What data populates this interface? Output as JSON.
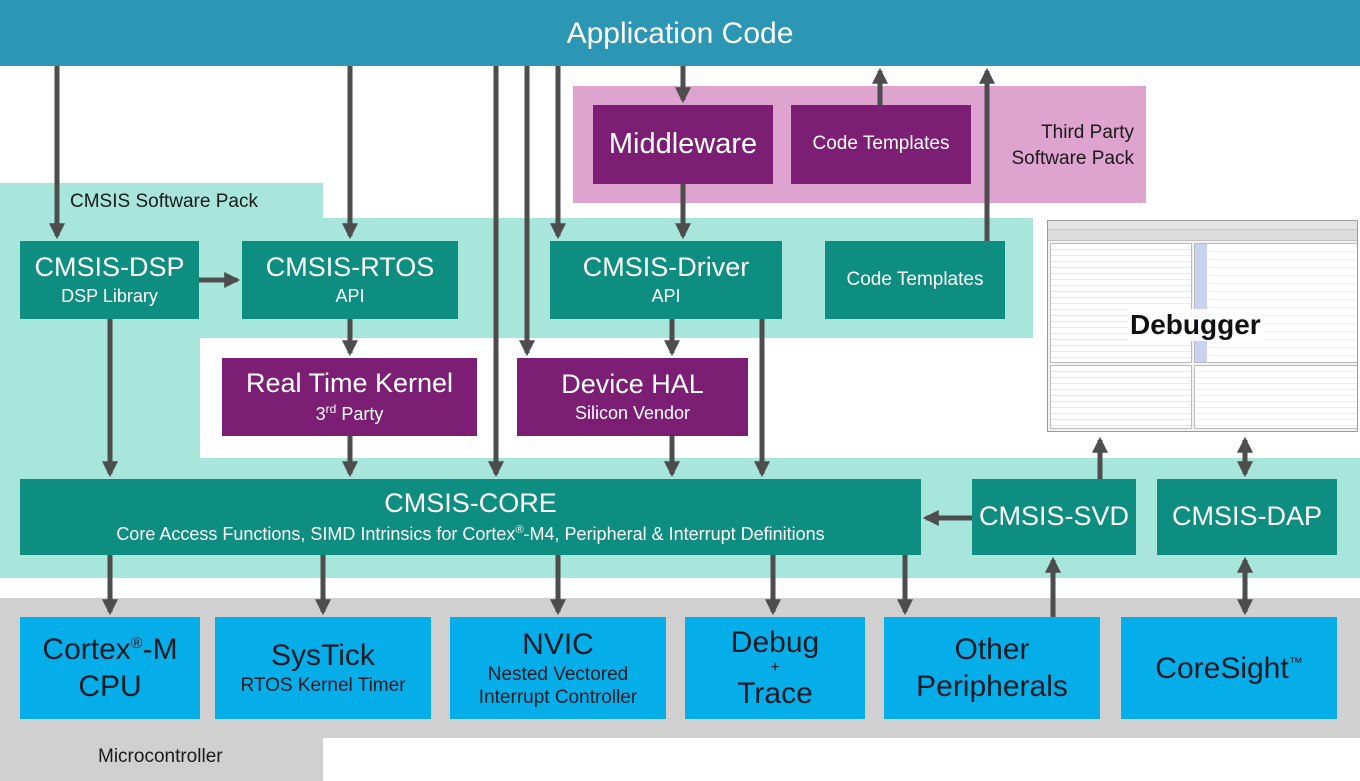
{
  "header": {
    "title": "Application Code"
  },
  "third_party": {
    "label_line1": "Third Party",
    "label_line2": "Software Pack",
    "middleware": "Middleware",
    "code_templates": "Code Templates"
  },
  "cmsis_pack": {
    "label": "CMSIS Software Pack",
    "dsp": {
      "title": "CMSIS-DSP",
      "sub": "DSP Library"
    },
    "rtos": {
      "title": "CMSIS-RTOS",
      "sub": "API"
    },
    "driver": {
      "title": "CMSIS-Driver",
      "sub": "API"
    },
    "code_templates": "Code Templates",
    "rtk": {
      "title": "Real Time Kernel",
      "sub_pre": "3",
      "sub_sup": "rd",
      "sub_post": " Party"
    },
    "hal": {
      "title": "Device HAL",
      "sub": "Silicon Vendor"
    },
    "core": {
      "title": "CMSIS-CORE",
      "sub_pre": "Core Access Functions, SIMD Intrinsics for Cortex",
      "sub_sup": "®",
      "sub_post": "-M4, Peripheral & Interrupt Definitions"
    },
    "svd": "CMSIS-SVD",
    "dap": "CMSIS-DAP"
  },
  "debugger": {
    "label": "Debugger"
  },
  "microcontroller": {
    "label": "Microcontroller",
    "cpu": {
      "line1_pre": "Cortex",
      "line1_sup": "®",
      "line1_post": "-M",
      "line2": "CPU"
    },
    "systick": {
      "title": "SysTick",
      "sub": "RTOS Kernel Timer"
    },
    "nvic": {
      "title": "NVIC",
      "sub1": "Nested Vectored",
      "sub2": "Interrupt Controller"
    },
    "debug": {
      "line1": "Debug",
      "plus": "+",
      "line2": "Trace"
    },
    "other": {
      "line1": "Other",
      "line2": "Peripherals"
    },
    "coresight": {
      "title": "CoreSight",
      "sup": "™"
    }
  },
  "colors": {
    "header": "#2c97b4",
    "teal": "#0e8e80",
    "purple": "#7c1e74",
    "pink": "#dea3ce",
    "mint": "#a8e6dc",
    "gray": "#d0d0d0",
    "cyan": "#05aee8",
    "arrow": "#4d4d4d"
  }
}
